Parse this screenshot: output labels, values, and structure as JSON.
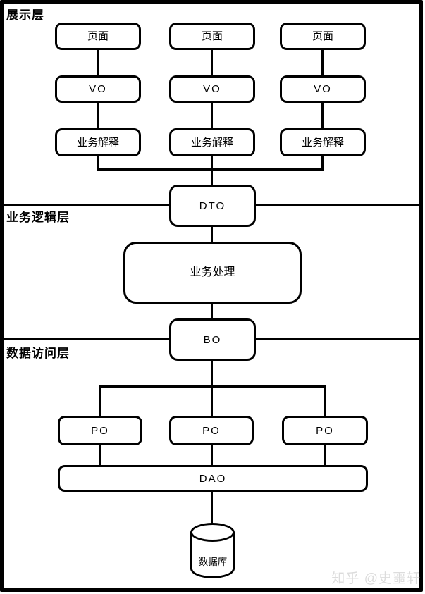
{
  "colors": {
    "stroke": "#000000",
    "background": "#ffffff",
    "watermark": "#dcdcdc"
  },
  "watermark": {
    "text": "知乎 @史噩轩"
  },
  "layers": {
    "presentation": {
      "label": "展示层",
      "columns": [
        {
          "page": "页面",
          "vo": "VO",
          "interpret": "业务解释"
        },
        {
          "page": "页面",
          "vo": "VO",
          "interpret": "业务解释"
        },
        {
          "page": "页面",
          "vo": "VO",
          "interpret": "业务解释"
        }
      ],
      "dto": "DTO"
    },
    "business": {
      "label": "业务逻辑层",
      "process": "业务处理",
      "bo": "BO"
    },
    "data_access": {
      "label": "数据访问层",
      "po": [
        "PO",
        "PO",
        "PO"
      ],
      "dao": "DAO",
      "database": "数据库"
    }
  }
}
